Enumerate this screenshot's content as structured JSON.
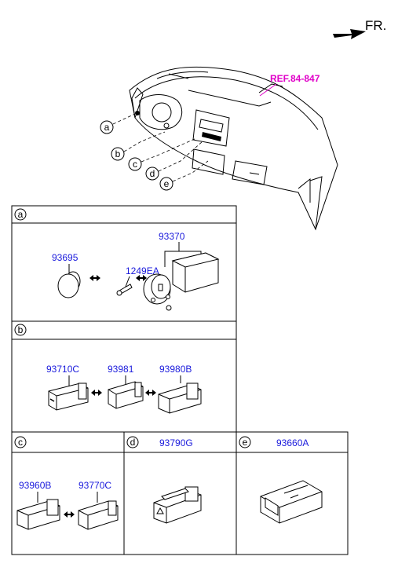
{
  "header": {
    "direction_label": "FR."
  },
  "overview": {
    "ref_label": "REF.84-847",
    "callouts": [
      "a",
      "b",
      "c",
      "d",
      "e"
    ]
  },
  "sections": {
    "a": {
      "letter": "a",
      "parts": {
        "p1": "93695",
        "p2": "1249EA",
        "p3": "93370"
      }
    },
    "b": {
      "letter": "b",
      "parts": {
        "p1": "93710C",
        "p2": "93981",
        "p3": "93980B"
      }
    },
    "c": {
      "letter": "c",
      "parts": {
        "p1": "93960B",
        "p2": "93770C"
      }
    },
    "d": {
      "letter": "d",
      "header_part": "93790G"
    },
    "e": {
      "letter": "e",
      "header_part": "93660A"
    }
  },
  "colors": {
    "part_number": "#1a1adc",
    "reference": "#e000c8",
    "line": "#000000"
  }
}
